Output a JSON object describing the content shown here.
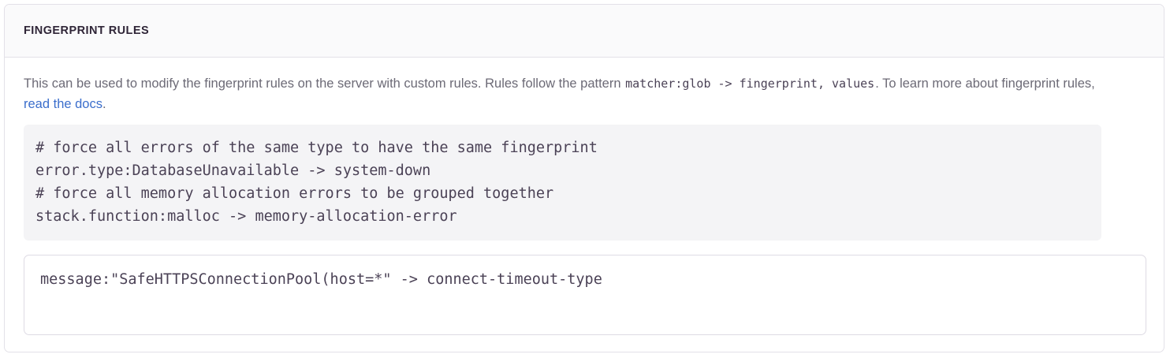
{
  "panel": {
    "title": "FINGERPRINT RULES",
    "description": {
      "lead": "This can be used to modify the fingerprint rules on the server with custom rules. Rules follow the pattern ",
      "inline_code": "matcher:glob -> fingerprint, values",
      "middle": ". To learn more about fingerprint rules, ",
      "link_text": "read the docs",
      "tail": "."
    },
    "example_code": {
      "lines": [
        "# force all errors of the same type to have the same fingerprint",
        "error.type:DatabaseUnavailable -> system-down",
        "# force all memory allocation errors to be grouped together",
        "stack.function:malloc -> memory-allocation-error"
      ]
    },
    "rules_input": {
      "value": "message:\"SafeHTTPSConnectionPool(host=*\" -> connect-timeout-type",
      "placeholder": "matcher:glob -> fingerprint, values"
    }
  },
  "colors": {
    "link": "#3b6ecc",
    "title": "#2f2537",
    "body_text": "#6c6a76",
    "code_text": "#4b4256",
    "code_background": "#f4f4f6",
    "panel_border": "#e3e1e8",
    "header_background": "#fafafb"
  }
}
